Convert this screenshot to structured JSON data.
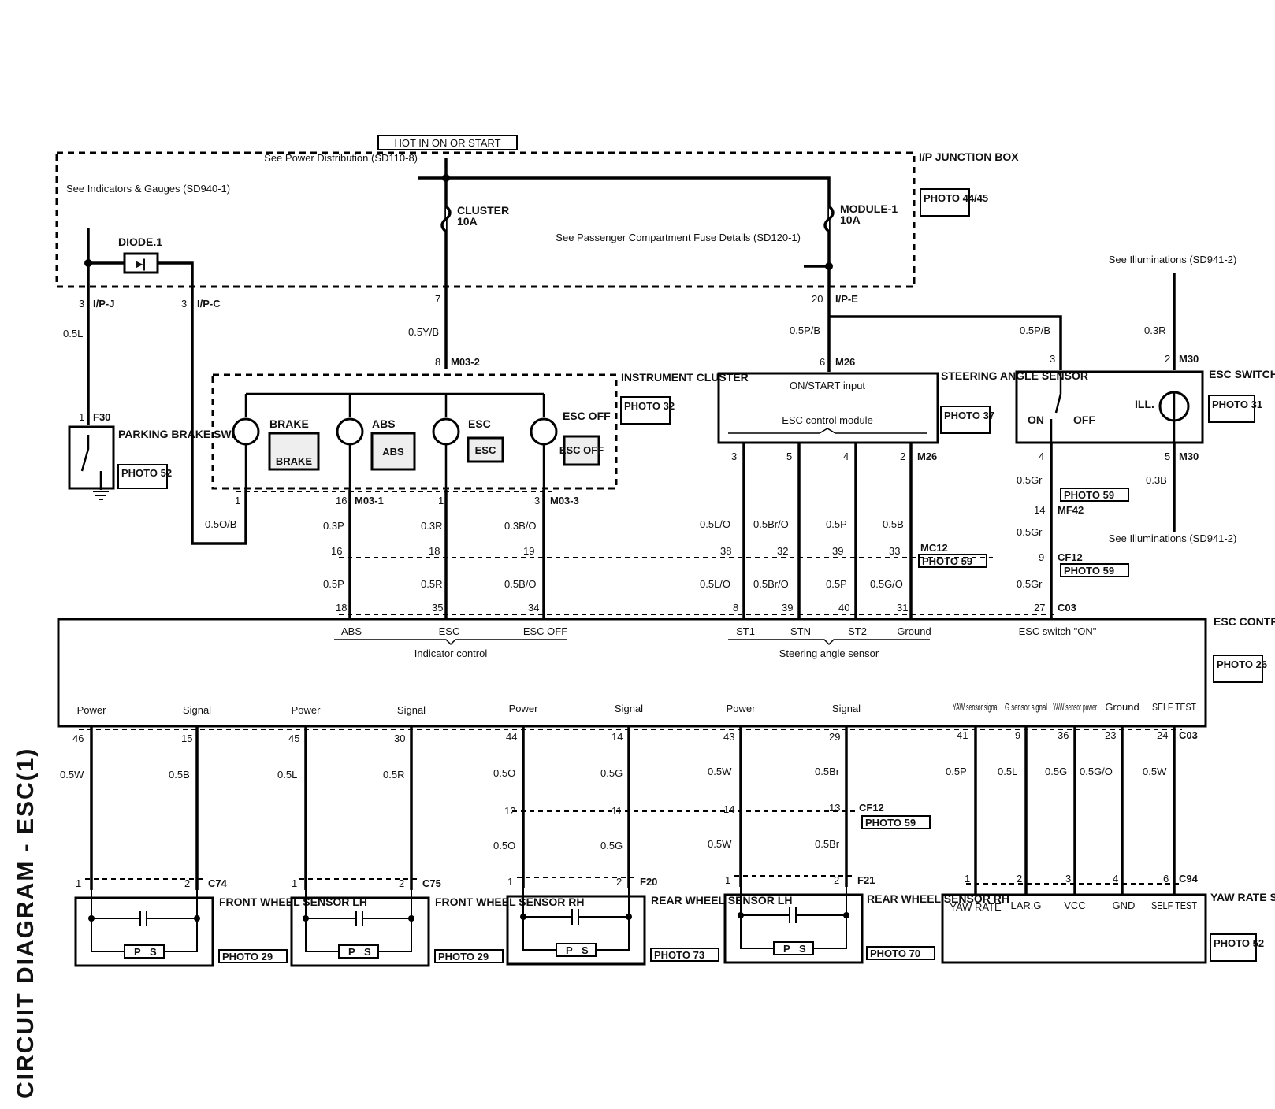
{
  "page_title": "CIRCUIT DIAGRAM - ESC(1)",
  "hot_label": "HOT IN ON OR START",
  "junction_box": {
    "label": "I/P JUNCTION BOX",
    "photo": "PHOTO 44/45"
  },
  "refs": {
    "power_dist": "See Power Distribution (SD110-8)",
    "indicators": "See Indicators & Gauges (SD940-1)",
    "fuse_details": "See Passenger Compartment Fuse Details (SD120-1)",
    "illum_top": "See Illuminations (SD941-2)",
    "illum_bottom": "See Illuminations (SD941-2)"
  },
  "fuses": [
    {
      "name": "CLUSTER",
      "rating": "10A"
    },
    {
      "name": "MODULE-1",
      "rating": "10A"
    }
  ],
  "diode": "DIODE.1",
  "connectors": {
    "ipj": "I/P-J",
    "ipc": "I/P-C",
    "ipe": "I/P-E",
    "m03_2": "M03-2",
    "m03_1": "M03-1",
    "m03_3": "M03-3",
    "m26a": "M26",
    "m26b": "M26",
    "m30a": "M30",
    "m30b": "M30",
    "mf42": "MF42",
    "cf12a": "CF12",
    "mc12": "MC12",
    "c03a": "C03",
    "c03b": "C03",
    "f30": "F30",
    "cf12b": "CF12",
    "c74": "C74",
    "c75": "C75",
    "f20": "F20",
    "f21": "F21",
    "c94": "C94"
  },
  "parking_brake": {
    "name": "PARKING BRAKE SWITCH",
    "photo": "PHOTO 52"
  },
  "cluster": {
    "name": "INSTRUMENT CLUSTER",
    "photo": "PHOTO 32",
    "lamps": [
      {
        "label": "BRAKE",
        "icon": "BRAKE"
      },
      {
        "label": "ABS",
        "icon": "ABS"
      },
      {
        "label": "ESC",
        "icon": "ESC"
      },
      {
        "label": "ESC OFF",
        "icon": "ESC OFF"
      }
    ]
  },
  "steering_sensor": {
    "name": "STEERING ANGLE SENSOR",
    "photo": "PHOTO 37",
    "input": "ON/START input",
    "module": "ESC control module"
  },
  "esc_switch": {
    "name": "ESC SWITCH",
    "photo": "PHOTO 31",
    "on": "ON",
    "off": "OFF",
    "ill": "ILL."
  },
  "photo_59": "PHOTO 59",
  "pins": {
    "ipj": "3",
    "ipc": "3",
    "clu7": "7",
    "clu8": "8",
    "ipe": "20",
    "m26": "6",
    "sw3": "3",
    "sw2": "2",
    "sw4": "4",
    "sw5": "5",
    "mf14": "14",
    "cf9": "9",
    "c27": "27",
    "f30": "1",
    "cl1": "1",
    "cl16": "16",
    "cl1b": "1",
    "cl3": "3",
    "m16": "16",
    "m18": "18",
    "m19": "19",
    "e18": "18",
    "e35": "35",
    "e34": "34",
    "s3": "3",
    "s5": "5",
    "s4": "4",
    "s2": "2",
    "s38": "38",
    "s32": "32",
    "s39": "39",
    "s33": "33",
    "e8": "8",
    "e39": "39",
    "e40": "40",
    "e31": "31",
    "b46": "46",
    "b15": "15",
    "b45": "45",
    "b30": "30",
    "b44": "44",
    "b14": "14",
    "b43": "43",
    "b29": "29",
    "b41": "41",
    "b9": "9",
    "b36": "36",
    "b23": "23",
    "b24": "24",
    "cf12": "12",
    "cf11": "11",
    "cf14": "14",
    "cf13": "13",
    "fl1": "1",
    "fl2": "2",
    "fr1": "1",
    "fr2": "2",
    "rl1": "1",
    "rl2": "2",
    "rr1": "1",
    "rr2": "2",
    "y1": "1",
    "y2": "2",
    "y3": "3",
    "y4": "4",
    "y6": "6"
  },
  "wires": {
    "ipj": "0.5L",
    "ipc": "0.5O/B",
    "clu": "0.5Y/B",
    "ipe": "0.5P/B",
    "sw": "0.5P/B",
    "ill": "0.3R",
    "m1": "0.3P",
    "m2": "0.3R",
    "m3": "0.3B/O",
    "e1": "0.5P",
    "e2": "0.5R",
    "e3": "0.5B/O",
    "s1": "0.5L/O",
    "s2": "0.5Br/O",
    "s3": "0.5P",
    "s4": "0.5B",
    "t1": "0.5L/O",
    "t2": "0.5Br/O",
    "t3": "0.5P",
    "t4": "0.5G/O",
    "g1": "0.5Gr",
    "g2": "0.5Gr",
    "g3": "0.5Gr",
    "ill2": "0.3B",
    "b1": "0.5W",
    "b2": "0.5B",
    "b3": "0.5L",
    "b4": "0.5R",
    "b5": "0.5O",
    "b6": "0.5G",
    "b7": "0.5W",
    "b8": "0.5Br",
    "y1": "0.5P",
    "y2": "0.5L",
    "y3": "0.5G",
    "y4": "0.5G/O",
    "y5": "0.5W",
    "c5": "0.5O",
    "c6": "0.5G",
    "c7": "0.5W",
    "c8": "0.5Br"
  },
  "esc_module": {
    "name": "ESC CONTROL MODULE",
    "photo": "PHOTO 26",
    "top_labels": [
      "ABS",
      "ESC",
      "ESC OFF",
      "ST1",
      "STN",
      "ST2",
      "Ground",
      "ESC switch \"ON\""
    ],
    "group_indicator": "Indicator control",
    "group_steering": "Steering angle sensor",
    "bottom_labels": [
      "Power",
      "Signal",
      "Power",
      "Signal",
      "Power",
      "Signal",
      "Power",
      "Signal"
    ],
    "yaw_labels": [
      "YAW sensor signal",
      "G sensor signal",
      "YAW sensor power",
      "Ground",
      "SELF TEST"
    ]
  },
  "wheel_sensors": [
    {
      "name": "FRONT WHEEL SENSOR LH",
      "photo": "PHOTO 29"
    },
    {
      "name": "FRONT WHEEL SENSOR RH",
      "photo": "PHOTO 29"
    },
    {
      "name": "REAR WHEEL SENSOR LH",
      "photo": "PHOTO 73"
    },
    {
      "name": "REAR WHEEL SENSOR RH",
      "photo": "PHOTO 70"
    }
  ],
  "ps_label": [
    "P",
    "S"
  ],
  "yaw_sensor": {
    "name": "YAW RATE SENSOR",
    "photo": "PHOTO 52",
    "pins": [
      "YAW RATE",
      "LAR.G",
      "VCC",
      "GND",
      "SELF TEST"
    ]
  }
}
